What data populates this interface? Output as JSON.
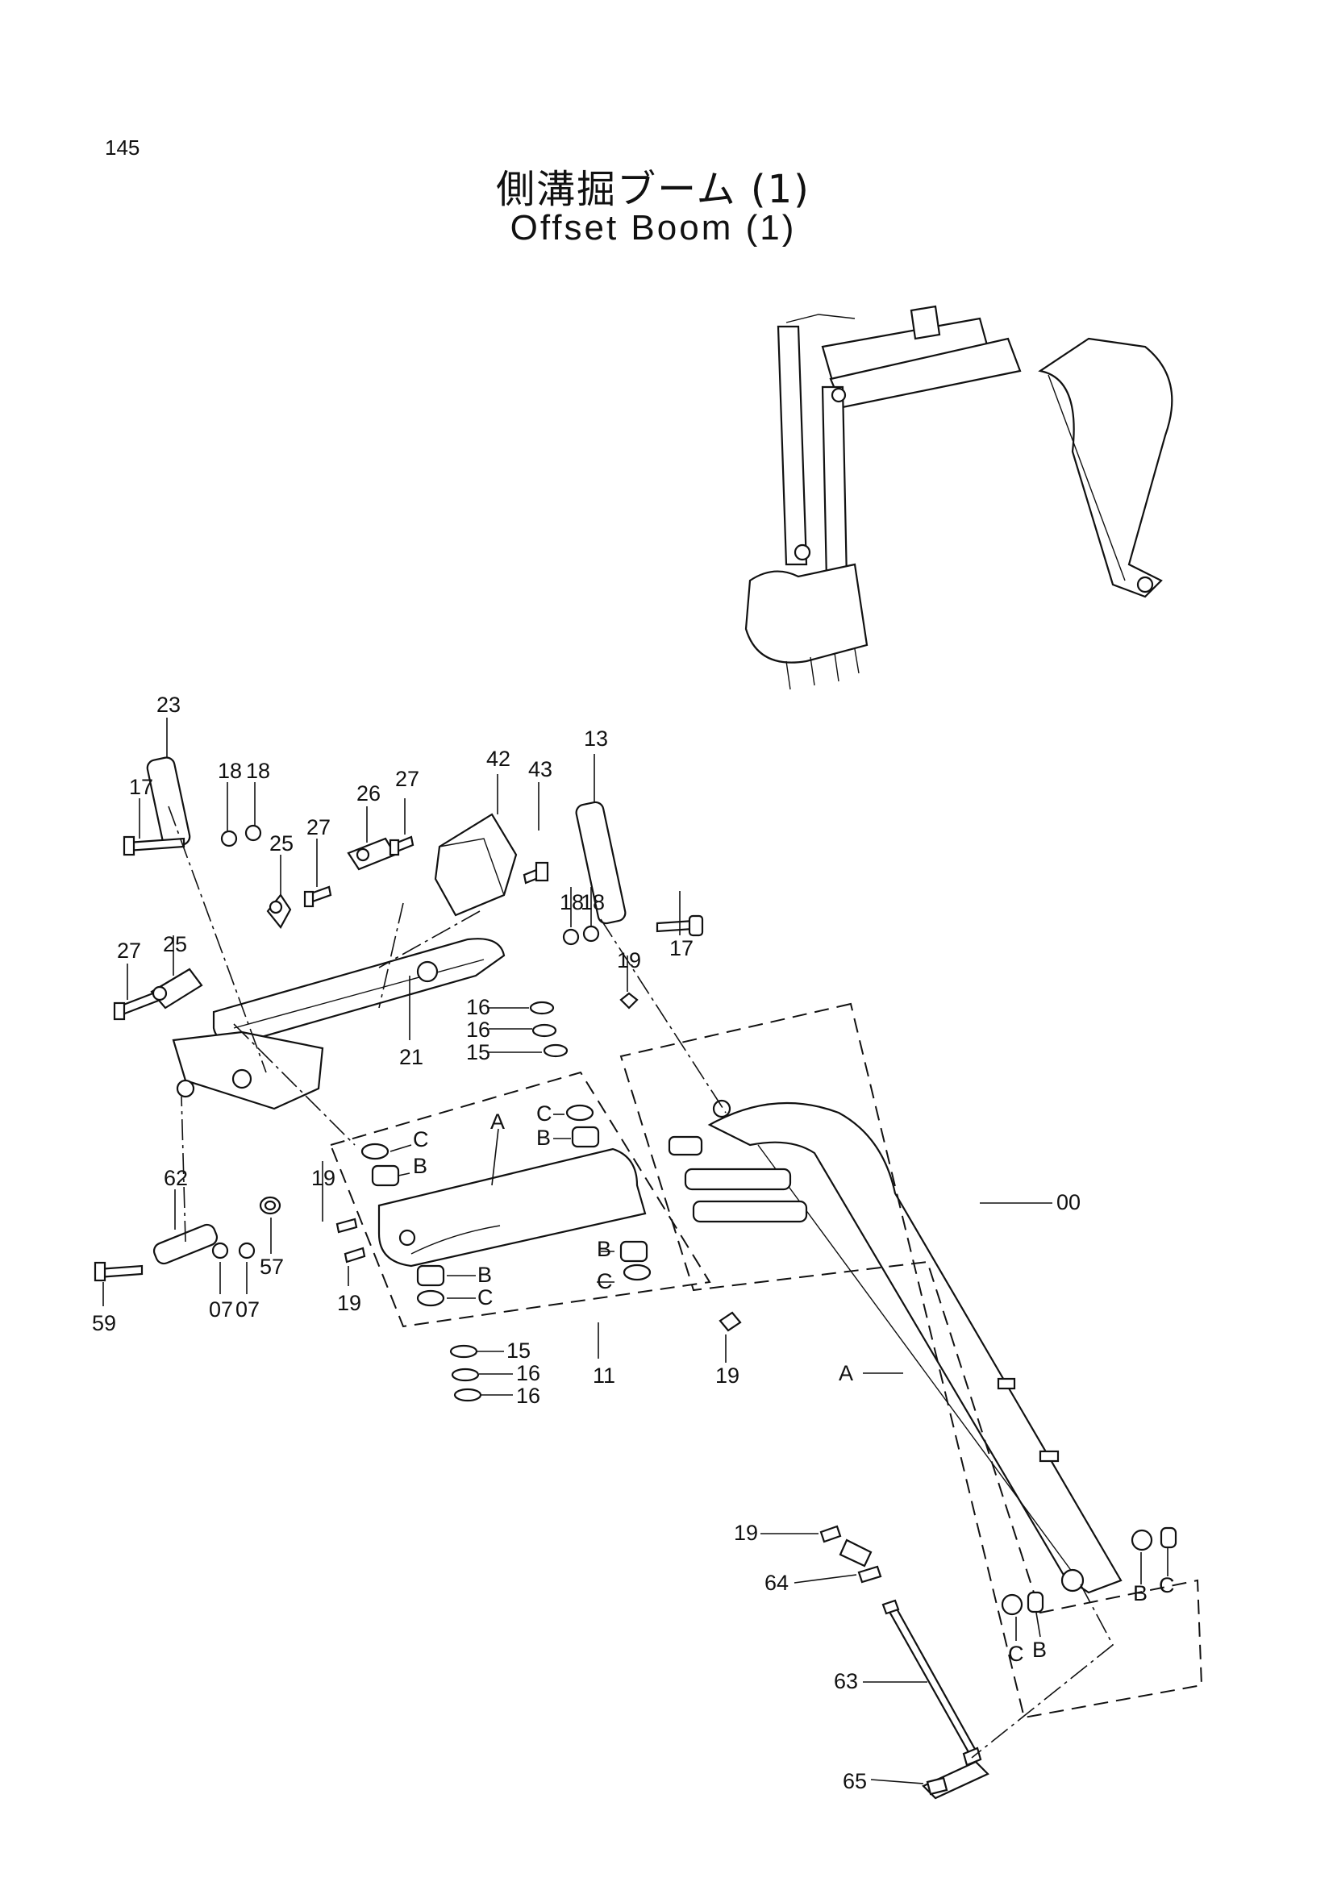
{
  "page_number": "145",
  "title_jp": "側溝掘ブーム (1)",
  "title_en": "Offset Boom (1)",
  "callouts": [
    {
      "id": "c23",
      "text": "23"
    },
    {
      "id": "c17a",
      "text": "17"
    },
    {
      "id": "c18a",
      "text": "18"
    },
    {
      "id": "c18b",
      "text": "18"
    },
    {
      "id": "c25a",
      "text": "25"
    },
    {
      "id": "c27a",
      "text": "27"
    },
    {
      "id": "c26",
      "text": "26"
    },
    {
      "id": "c27b",
      "text": "27"
    },
    {
      "id": "c42",
      "text": "42"
    },
    {
      "id": "c43",
      "text": "43"
    },
    {
      "id": "c13",
      "text": "13"
    },
    {
      "id": "c18c",
      "text": "18"
    },
    {
      "id": "c18d",
      "text": "18"
    },
    {
      "id": "c17b",
      "text": "17"
    },
    {
      "id": "c27c",
      "text": "27"
    },
    {
      "id": "c25b",
      "text": "25"
    },
    {
      "id": "c21",
      "text": "21"
    },
    {
      "id": "c19a",
      "text": "19"
    },
    {
      "id": "c16a",
      "text": "16"
    },
    {
      "id": "c16b",
      "text": "16"
    },
    {
      "id": "c15a",
      "text": "15"
    },
    {
      "id": "cCa",
      "text": "C"
    },
    {
      "id": "cBa",
      "text": "B"
    },
    {
      "id": "cA1",
      "text": "A"
    },
    {
      "id": "cCb",
      "text": "C"
    },
    {
      "id": "cBb",
      "text": "B"
    },
    {
      "id": "c19b",
      "text": "19"
    },
    {
      "id": "c62",
      "text": "62"
    },
    {
      "id": "c19c",
      "text": "19"
    },
    {
      "id": "cBc",
      "text": "B"
    },
    {
      "id": "cCc",
      "text": "C"
    },
    {
      "id": "cBd",
      "text": "B"
    },
    {
      "id": "cCd",
      "text": "C"
    },
    {
      "id": "c57",
      "text": "57"
    },
    {
      "id": "c59",
      "text": "59"
    },
    {
      "id": "c07a",
      "text": "07"
    },
    {
      "id": "c07b",
      "text": "07"
    },
    {
      "id": "c11",
      "text": "11"
    },
    {
      "id": "c15b",
      "text": "15"
    },
    {
      "id": "c16c",
      "text": "16"
    },
    {
      "id": "c16d",
      "text": "16"
    },
    {
      "id": "c19d",
      "text": "19"
    },
    {
      "id": "c00",
      "text": "00"
    },
    {
      "id": "cA2",
      "text": "A"
    },
    {
      "id": "c19e",
      "text": "19"
    },
    {
      "id": "c64",
      "text": "64"
    },
    {
      "id": "c63",
      "text": "63"
    },
    {
      "id": "c65",
      "text": "65"
    },
    {
      "id": "cBe",
      "text": "B"
    },
    {
      "id": "cCe",
      "text": "C"
    },
    {
      "id": "cCf",
      "text": "C"
    },
    {
      "id": "cBf",
      "text": "B"
    }
  ]
}
